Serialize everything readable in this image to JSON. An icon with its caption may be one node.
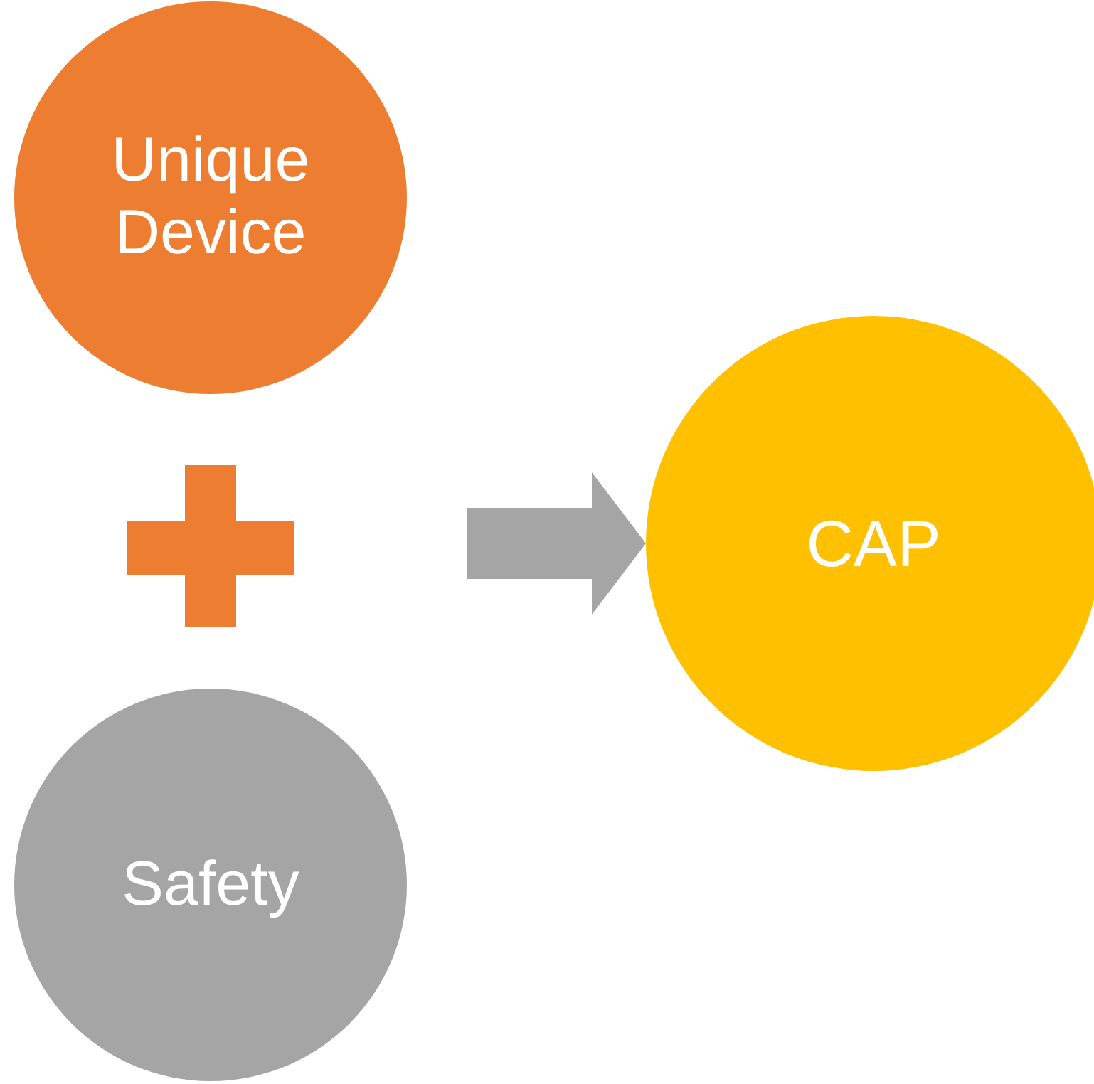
{
  "diagram": {
    "nodes": [
      {
        "text": [
          "Unique Device"
        ]
      },
      {
        "text": [
          "Safety"
        ]
      },
      {
        "text": [
          "CAP"
        ]
      }
    ],
    "edges": [
      {
        "from": null,
        "to": 2,
        "arrow": "to"
      }
    ]
  }
}
